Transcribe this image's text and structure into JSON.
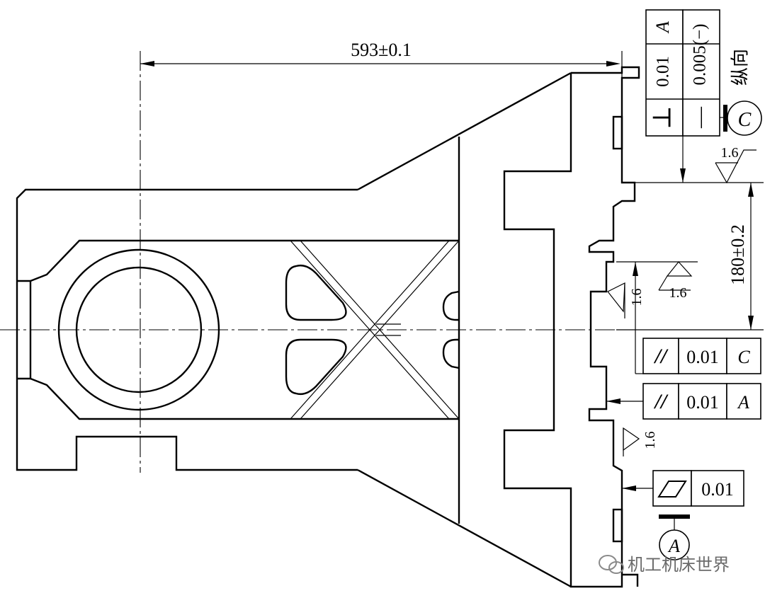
{
  "dimensions": {
    "length": "593±0.1",
    "height": "180±0.2"
  },
  "roughness": {
    "top_datum": "1.6",
    "mid_right": "1.6",
    "mid_vertical": "1.6",
    "lower_vertical": "1.6"
  },
  "frames": {
    "top": {
      "perpendicular_symbol": "⊥",
      "perpendicular_value": "0.01",
      "perpendicular_datum": "A",
      "straightness_symbol": "—",
      "straightness_value": "0.005(−)",
      "direction_note": "纵向",
      "datum_label": "C"
    },
    "parallel_c": {
      "symbol": "//",
      "value": "0.01",
      "datum": "C"
    },
    "parallel_a": {
      "symbol": "//",
      "value": "0.01",
      "datum": "A"
    },
    "flatness": {
      "value": "0.01"
    },
    "datum_a_label": "A"
  },
  "watermark": {
    "text": "机工机床世界"
  }
}
